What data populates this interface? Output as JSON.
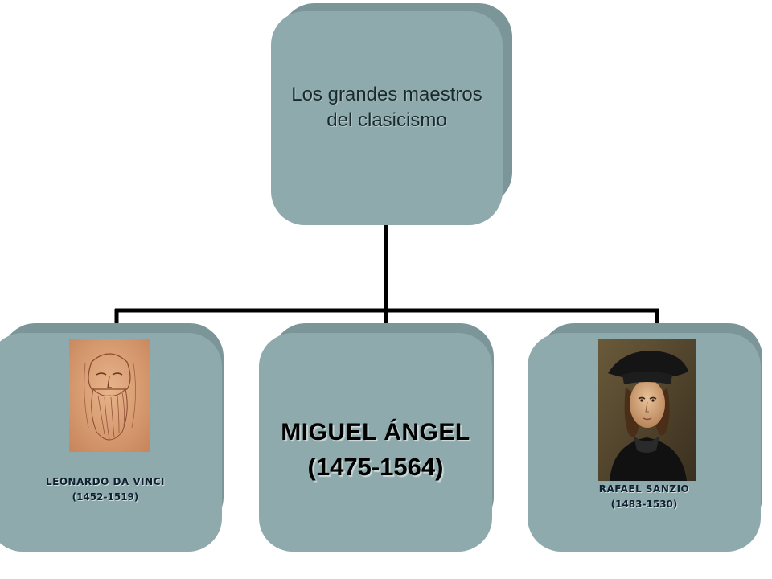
{
  "root": {
    "title_line1": "Los grandes maestros",
    "title_line2": "del clasicismo"
  },
  "children": [
    {
      "name": "LEONARDO DA VINCI",
      "dates": "(1452-1519)",
      "portrait": "leonardo-self-portrait-sketch"
    },
    {
      "name": "MIGUEL ÁNGEL",
      "dates": "(1475-1564)"
    },
    {
      "name": "RAFAEL SANZIO",
      "dates": "(1483-1530)",
      "portrait": "rafael-self-portrait-painting"
    }
  ],
  "colors": {
    "box_fill": "#8eaaac",
    "box_shadow": "#7b9598",
    "connector": "#000000"
  }
}
